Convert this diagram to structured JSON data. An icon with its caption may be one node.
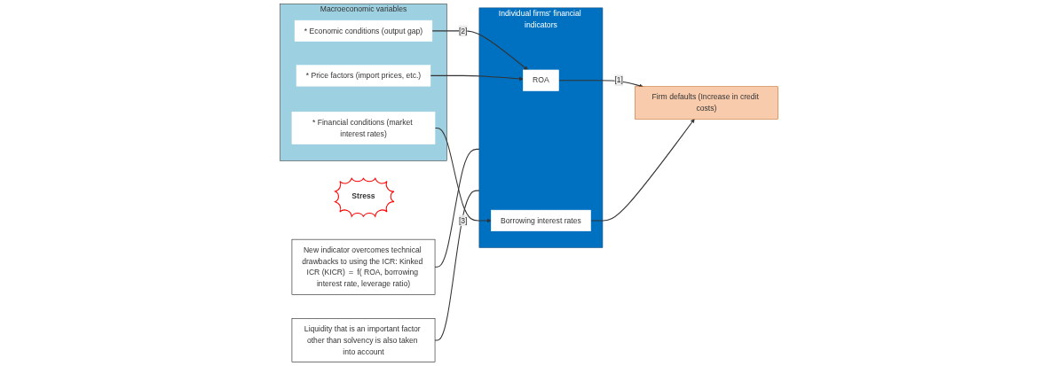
{
  "diagram": {
    "nodes": [
      {
        "text": [
          "Stress"
        ]
      },
      {
        "text": [
          "Macroeconomic variables"
        ]
      },
      {
        "text": [
          "* Economic conditions (output gap)"
        ],
        "in": 1
      },
      {
        "text": [
          "* Price factors (import prices, etc.)"
        ],
        "in": 1
      },
      {
        "text": [
          "* Financial conditions (market interest rates)"
        ],
        "in": 1
      },
      {
        "text": [
          "Individual firms' financial indicators"
        ]
      },
      {
        "text": [
          "ROA"
        ],
        "in": 5
      },
      {
        "text": [
          "Borrowing interest rates"
        ],
        "in": 5
      },
      {
        "text": [
          "New indicator overcomes technical drawbacks to using the ICR: Kinked ICR (KICR) ＝ f( ROA, borrowing interest rate, leverage ratio)"
        ]
      },
      {
        "text": [
          "Liquidity that is an important factor other than solvency is also taken into account"
        ]
      },
      {
        "text": [
          "Firm defaults (Increase in credit costs)"
        ]
      }
    ],
    "edges": [
      {
        "from": 2,
        "to": 6,
        "arrow": "to",
        "label": "[2]"
      },
      {
        "from": 3,
        "to": 6,
        "arrow": "to"
      },
      {
        "from": 4,
        "to": 7,
        "arrow": "to",
        "label": "[3]"
      },
      {
        "from": 6,
        "to": 10,
        "arrow": "to",
        "label": "[1]"
      },
      {
        "from": 7,
        "to": 10,
        "arrow": "to"
      },
      {
        "from": 8,
        "to": 5,
        "arrow": "none"
      },
      {
        "from": 9,
        "to": 5,
        "arrow": "none"
      }
    ]
  }
}
